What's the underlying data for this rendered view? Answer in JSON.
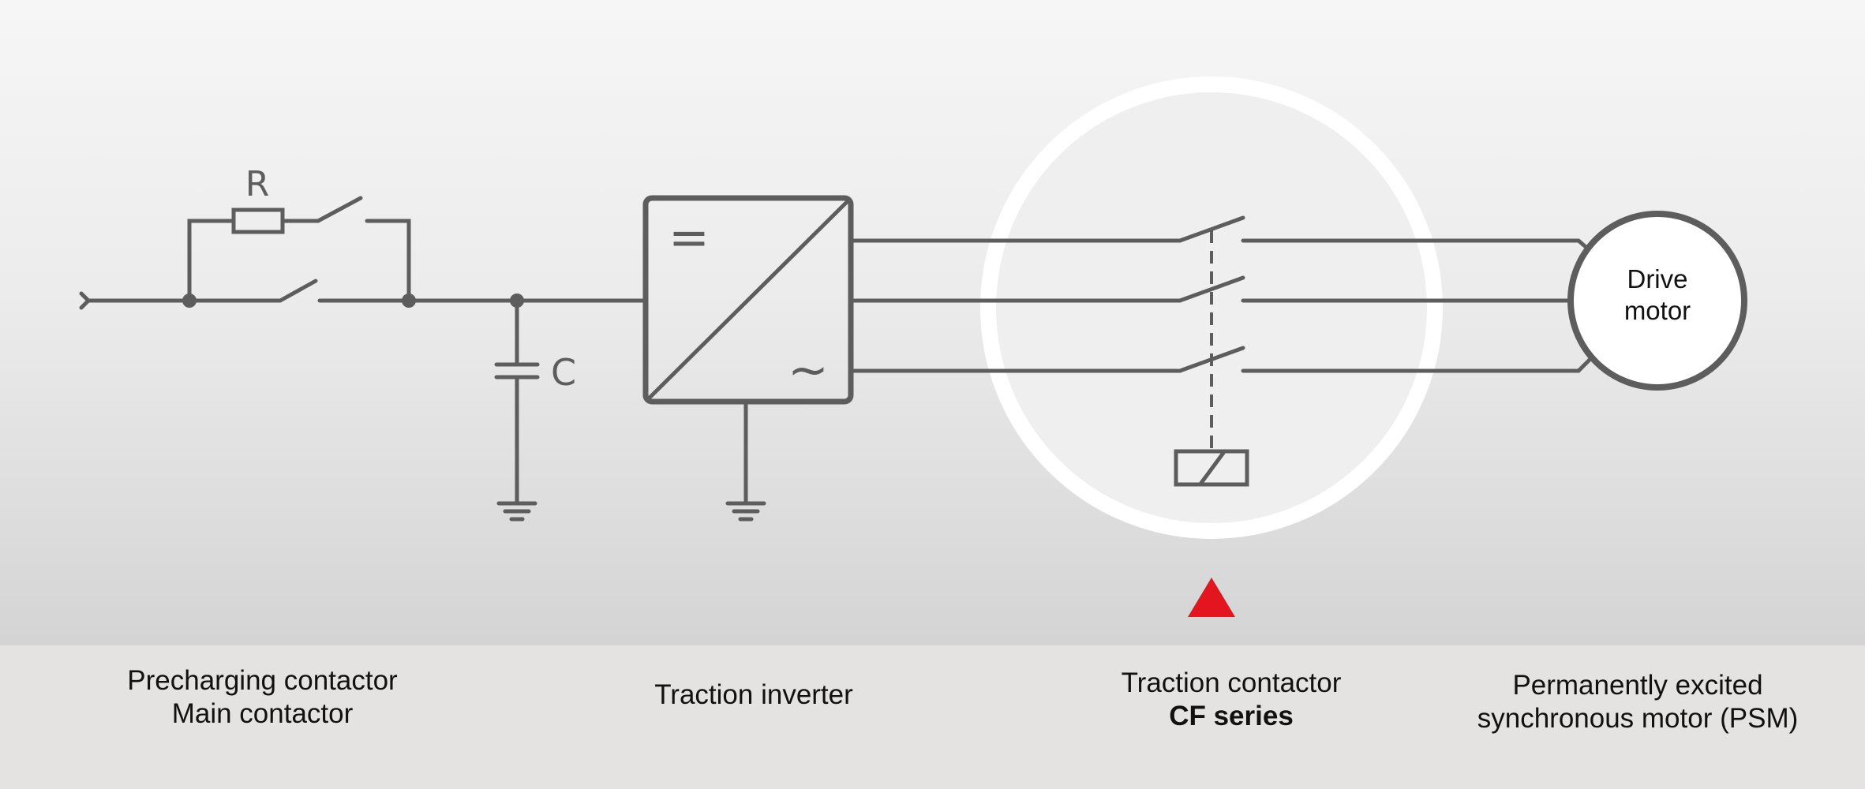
{
  "diagram": {
    "resistor_label": "R",
    "capacitor_label": "C",
    "inverter_dc_symbol": "=",
    "inverter_ac_symbol": "~",
    "motor_label_line1": "Drive",
    "motor_label_line2": "motor",
    "highlight_marker_color": "#e3151e",
    "highlight_circle_color": "#ffffff"
  },
  "captions": {
    "precharge": {
      "line1": "Precharging contactor",
      "line2": "Main contactor"
    },
    "inverter": {
      "line1": "Traction inverter"
    },
    "traction_contactor": {
      "line1": "Traction contactor",
      "line2": "CF series"
    },
    "motor": {
      "line1": "Permanently excited",
      "line2": "synchronous motor (PSM)"
    }
  }
}
